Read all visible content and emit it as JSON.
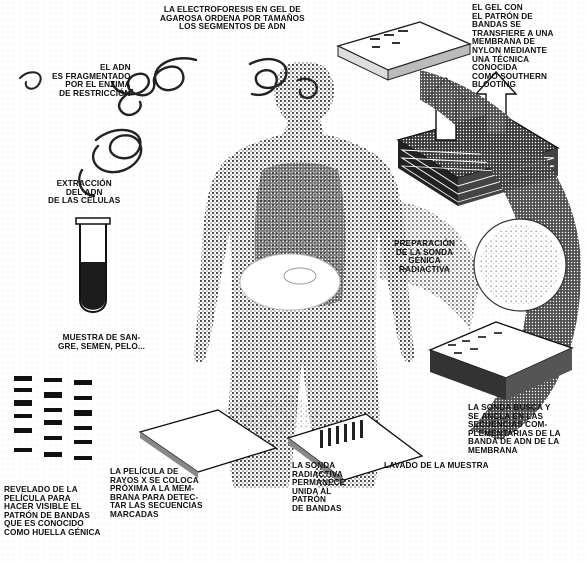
{
  "colors": {
    "ink": "#111111",
    "paper": "#ffffff",
    "halftone": "#3a3a3a"
  },
  "labels": {
    "electroforesis": "LA ELECTROFORESIS EN GEL DE\nAGAROSA ORDENA POR TAMAÑOS\nLOS SEGMENTOS DE ADN",
    "gel_patron": "EL GEL CON\nEL PATRÓN DE\nBANDAS SE\nTRANSFIERE A UNA\nMEMBRANA DE\nNYLON MEDIANTE\nUNA TÉCNICA\nCONOCIDA\nCOMO SOUTHERN\nBLOOTING",
    "adn_fragmentado": "EL ADN\nES FRAGMENTADO\nPOR EL ENZIMA\nDE RESTRICCIÓN",
    "extraccion": "EXTRACCIÓN\nDEL ADN\nDE LAS CÉLULAS",
    "preparacion": "PREPARACIÓN\nDE LA SONDA\nGÉNICA\nRADIACTIVA",
    "muestra": "MUESTRA DE SAN-\nGRE, SEMEN, PELO...",
    "sonda_busca": "LA SONDA BUSCA Y\nSE ANCLA EN LAS\nSECUENCIAS COM-\nPLEMENTARIAS DE LA\nBANDA DE ADN DE LA\nMEMBRANA",
    "revelado": "REVELADO DE LA\nPELÍCULA PARA\nHACER VISIBLE EL\nPATRÓN DE BANDAS\nQUE ES CONOCIDO\nCOMO HUELLA GÉNICA",
    "pelicula": "LA PELÍCULA DE\nRAYOS X SE COLOCA\nPRÓXIMA A LA MEM-\nBRANA PARA DETEC-\nTAR LAS SECUENCIAS\nMARCADAS",
    "sonda_radiactiva": "LA SONDA\nRADIACTIVA\nPERMANECE\nUNIDA AL\nPATRÓN\nDE BANDAS",
    "lavado": "LAVADO DE LA MUESTRA"
  }
}
